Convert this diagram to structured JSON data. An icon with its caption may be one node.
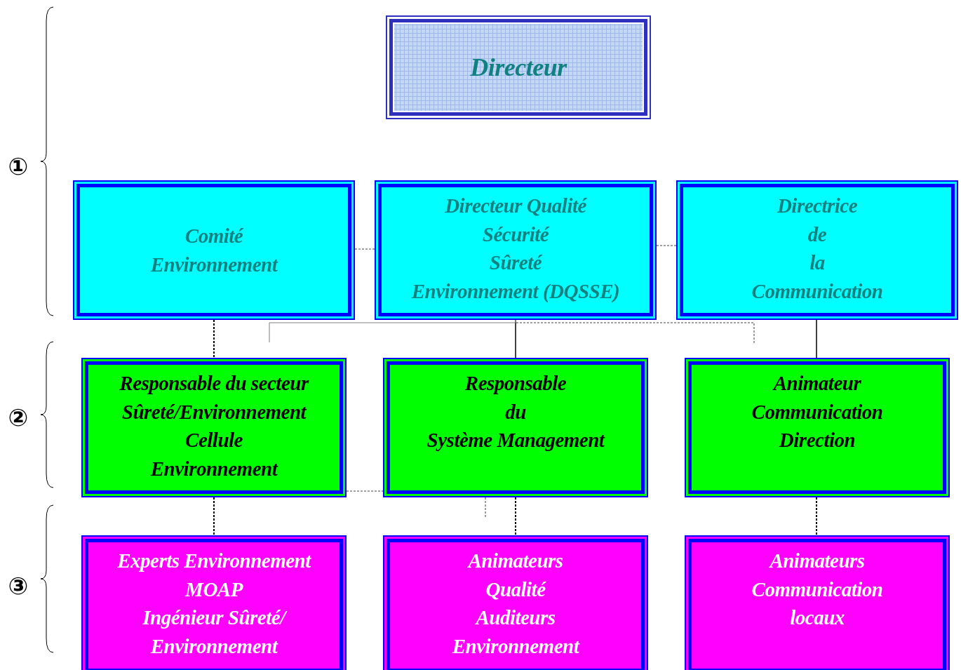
{
  "diagram": {
    "nodes": [
      {
        "text": [
          "Directeur"
        ]
      },
      {
        "text": [
          "Comité",
          "Environnement"
        ]
      },
      {
        "text": [
          "Directeur Qualité",
          "Sécurité",
          "Sûreté",
          "Environnement (DQSSE)"
        ]
      },
      {
        "text": [
          "Directrice",
          "de",
          "la",
          "Communication"
        ]
      },
      {
        "text": [
          "Responsable du secteur",
          "Sûreté/Environnement",
          "Cellule",
          "Environnement"
        ]
      },
      {
        "text": [
          "Responsable",
          "du",
          "Système Management"
        ]
      },
      {
        "text": [
          "Animateur",
          "Communication",
          "Direction"
        ]
      },
      {
        "text": [
          "Experts Environnement",
          "MOAP",
          "Ingénieur Sûreté/",
          "Environnement"
        ]
      },
      {
        "text": [
          "Animateurs",
          "Qualité",
          "Auditeurs",
          "Environnement"
        ]
      },
      {
        "text": [
          "Animateurs",
          "Communication",
          "locaux"
        ]
      }
    ],
    "edges": [
      {
        "from": 1,
        "to": 2,
        "arrow": "none",
        "style": "dashed"
      },
      {
        "from": 2,
        "to": 3,
        "arrow": "none",
        "style": "dashed"
      },
      {
        "from": 1,
        "to": 4,
        "arrow": "none",
        "style": "dashed",
        "color": "#000000"
      },
      {
        "from": 2,
        "to": 5,
        "arrow": "none",
        "color": "#000000"
      },
      {
        "from": 2,
        "to": null,
        "arrow": "none"
      },
      {
        "from": 2,
        "to": null,
        "arrow": "none",
        "style": "dashed"
      },
      {
        "from": 3,
        "to": 6,
        "arrow": "none",
        "color": "#000000"
      },
      {
        "from": 4,
        "to": 7,
        "arrow": "none",
        "style": "dashed",
        "color": "#000000"
      },
      {
        "from": 5,
        "to": 8,
        "arrow": "none",
        "style": "dashed",
        "color": "#000000"
      },
      {
        "from": 6,
        "to": 9,
        "arrow": "none",
        "style": "dashed",
        "color": "#000000"
      },
      {
        "from": 4,
        "to": 5,
        "arrow": "none",
        "style": "dashed"
      },
      {
        "from": 5,
        "to": null,
        "arrow": "none",
        "style": "dashed"
      }
    ],
    "labels": [
      "①",
      "②",
      "③"
    ]
  }
}
